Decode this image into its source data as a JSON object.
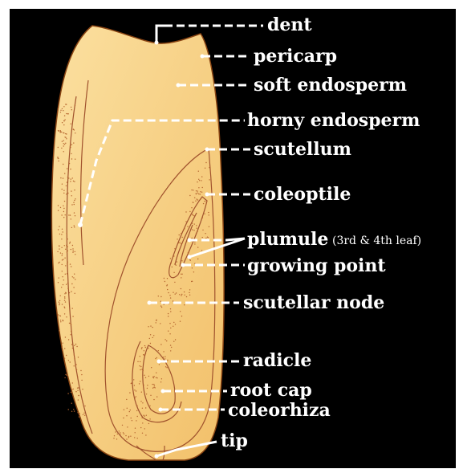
{
  "diagram": {
    "colors": {
      "background": "#000000",
      "frame": "#ffffff",
      "kernel_fill": "#f7cd7c",
      "kernel_outline": "#a0522d",
      "label_text": "#ffffff"
    },
    "labels": {
      "dent": "dent",
      "pericarp": "pericarp",
      "soft_endosperm": "soft endosperm",
      "horny_endosperm": "horny endosperm",
      "scutellum": "scutellum",
      "coleoptile": "coleoptile",
      "plumule": "plumule",
      "plumule_note": "(3rd & 4th leaf)",
      "growing_point": "growing point",
      "scutellar_node": "scutellar node",
      "radicle": "radicle",
      "root_cap": "root cap",
      "coleorhiza": "coleorhiza",
      "tip": "tip"
    }
  }
}
